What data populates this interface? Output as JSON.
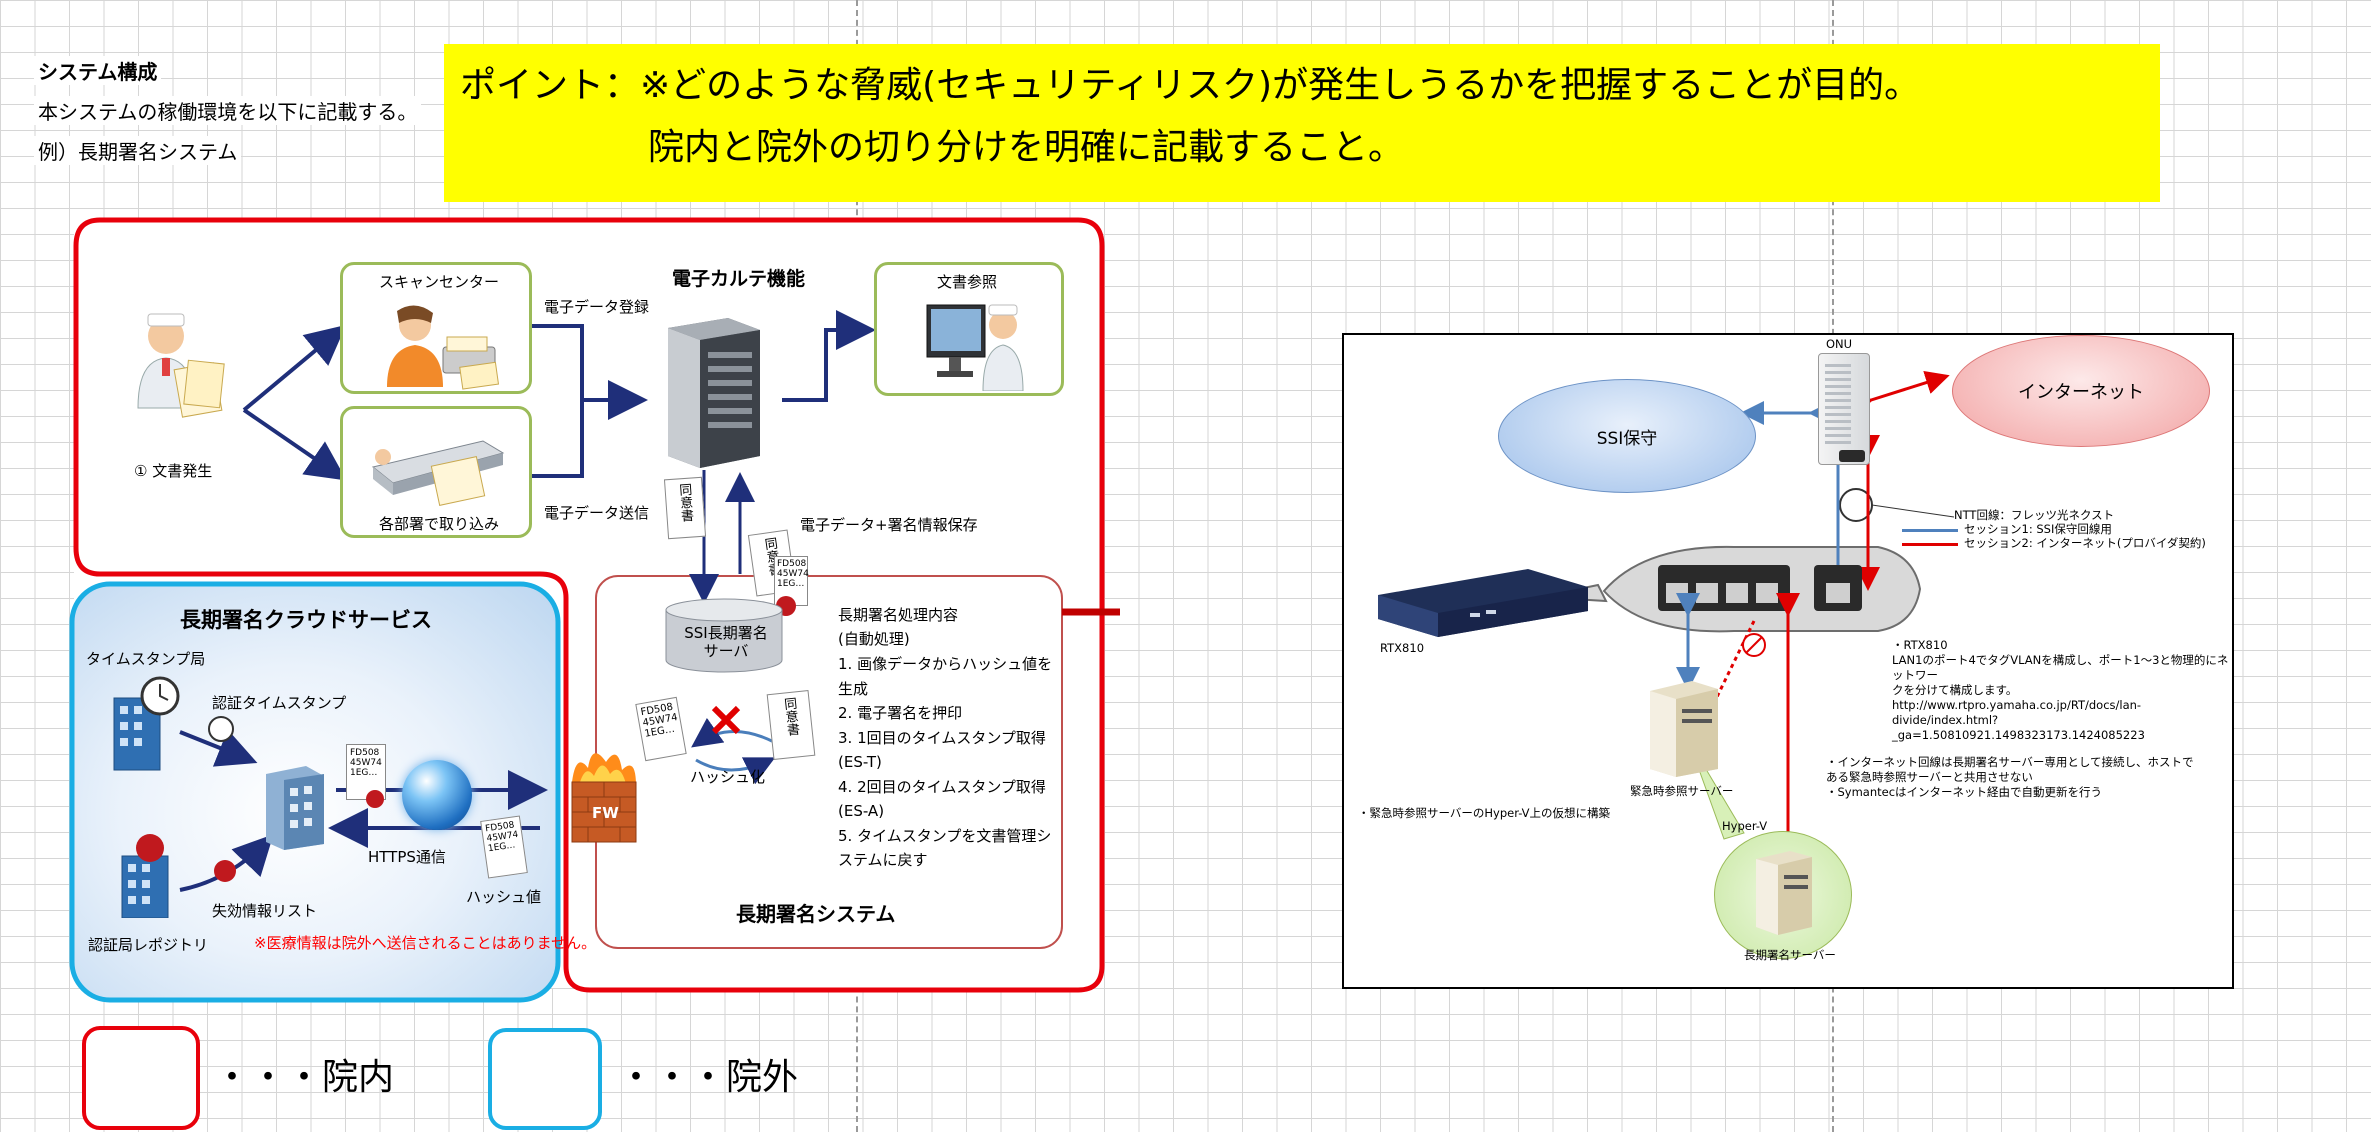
{
  "header": {
    "title": "システム構成",
    "desc": "本システムの稼働環境を以下に記載する。",
    "example": "例）長期署名システム"
  },
  "callout": {
    "line1": "ポイント：※どのような脅威(セキュリティリスク)が発生しうるかを把握することが目的。",
    "line2": "院内と院外の切り分けを明確に記載すること。"
  },
  "left": {
    "doc_origin": "① 文書発生",
    "scan_center": "スキャンセンター",
    "dept_import": "各部署で取り込み",
    "data_register": "電子データ登録",
    "data_send": "電子データ送信",
    "ehr_title": "電子カルテ機能",
    "doc_ref": "文書参照",
    "doc_label": "同意書",
    "save_label": "電子データ+署名情報保存",
    "ssi_server": "SSI長期署名サーバ",
    "proc_title": "長期署名処理内容",
    "proc_auto": "(自動処理)",
    "steps": [
      "1.  画像データからハッシュ値を",
      "     生成",
      "2.  電子署名を押印",
      "3.  1回目のタイムスタンプ取得",
      "     (ES-T)",
      "4.  2回目のタイムスタンプ取得",
      "     (ES-A)",
      "5.  タイムスタンプを文書管理シ",
      "     ステムに戻す"
    ],
    "hash_doc_text": "FD508 45W74 1EG…",
    "hashing": "ハッシュ化",
    "system_title": "長期署名システム",
    "fw": "FW"
  },
  "cloud": {
    "title": "長期署名クラウドサービス",
    "timestamp_station": "タイムスタンプ局",
    "cert_timestamp": "認証タイムスタンプ",
    "https": "HTTPS通信",
    "hash_value": "ハッシュ値",
    "revocation": "失効情報リスト",
    "cert_repo": "認証局レポジトリ",
    "notice": "※医療情報は院外へ送信されることはありません。",
    "hash_doc_text": "FD508 45W74 1EG…"
  },
  "legend": {
    "inside": "・・・院内",
    "outside": "・・・院外"
  },
  "network": {
    "onu": "ONU",
    "ssi": "SSI保守",
    "internet": "インターネット",
    "ntt": "NTT回線：フレッツ光ネクスト",
    "session1": "セッション1: SSI保守回線用",
    "session2": "セッション2: インターネット(プロバイダ契約)",
    "router": "RTX810",
    "rtx_note_title": "・RTX810",
    "rtx_note_lines": [
      "LAN1のポート4でタグVLANを構成し、ポート1～3と物理的にネットワー",
      "クを分けて構成します。",
      "http://www.rtpro.yamaha.co.jp/RT/docs/lan-",
      "divide/index.html?_ga=1.50810921.1498323173.1424085223"
    ],
    "inet_note_lines": [
      "・インターネット回線は長期署名サーバー専用として接続し、ホストで",
      "ある緊急時参照サーバーと共用させない",
      "・Symantecはインターネット経由で自動更新を行う"
    ],
    "emergency_server": "緊急時参照サーバー",
    "hyperv_note": "・緊急時参照サーバーのHyper-V上の仮想に構築",
    "hyperv": "Hyper-V",
    "ltsig_server": "長期署名サーバー"
  },
  "colors": {
    "inside": "#e8000b",
    "outside": "#1aaee4",
    "callout": "#ffff00",
    "green": "#9bbb59"
  }
}
